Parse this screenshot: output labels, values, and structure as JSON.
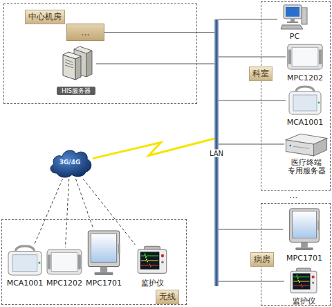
{
  "diagram": {
    "nodes": [
      {
        "text": [
          "中心机房"
        ]
      },
      {
        "text": [
          "..."
        ],
        "in": 0
      },
      {
        "text": [
          "HIS服务器"
        ],
        "in": 0
      },
      {
        "text": [
          "科室"
        ]
      },
      {
        "text": [
          "PC"
        ],
        "in": 3
      },
      {
        "text": [
          "MPC1202"
        ],
        "in": 3
      },
      {
        "text": [
          "MCA1001"
        ],
        "in": 3
      },
      {
        "text": [
          "医疗终端 专用服务器"
        ],
        "in": 3
      },
      {
        "text": [
          "LAN"
        ]
      },
      {
        "text": [
          "3G/4G"
        ]
      },
      {
        "text": [
          "病房"
        ]
      },
      {
        "text": [
          "MPC1701"
        ],
        "in": 10
      },
      {
        "text": [
          "监护仪"
        ],
        "in": 10
      },
      {
        "text": [
          "无线"
        ]
      },
      {
        "text": [
          "MCA1001"
        ],
        "in": 13
      },
      {
        "text": [
          "MPC1202"
        ],
        "in": 13
      },
      {
        "text": [
          "MPC1701"
        ],
        "in": 13
      },
      {
        "text": [
          "监护仪"
        ],
        "in": 13
      }
    ],
    "edges": [
      {
        "from": 8,
        "to": 1,
        "arrow": "none"
      },
      {
        "from": 8,
        "to": 2,
        "arrow": "none"
      },
      {
        "from": 8,
        "to": 4,
        "arrow": "none"
      },
      {
        "from": 8,
        "to": 5,
        "arrow": "none"
      },
      {
        "from": 8,
        "to": 6,
        "arrow": "none"
      },
      {
        "from": 8,
        "to": 7,
        "arrow": "none"
      },
      {
        "from": 8,
        "to": 11,
        "arrow": "none"
      },
      {
        "from": 8,
        "to": 12,
        "arrow": "none"
      },
      {
        "from": 9,
        "to": 8,
        "arrow": "none"
      },
      {
        "from": 9,
        "to": 14,
        "arrow": "none"
      },
      {
        "from": 9,
        "to": 15,
        "arrow": "none"
      },
      {
        "from": 9,
        "to": 16,
        "arrow": "none"
      },
      {
        "from": 9,
        "to": 17,
        "arrow": "none"
      }
    ],
    "labels": [
      "..."
    ]
  }
}
